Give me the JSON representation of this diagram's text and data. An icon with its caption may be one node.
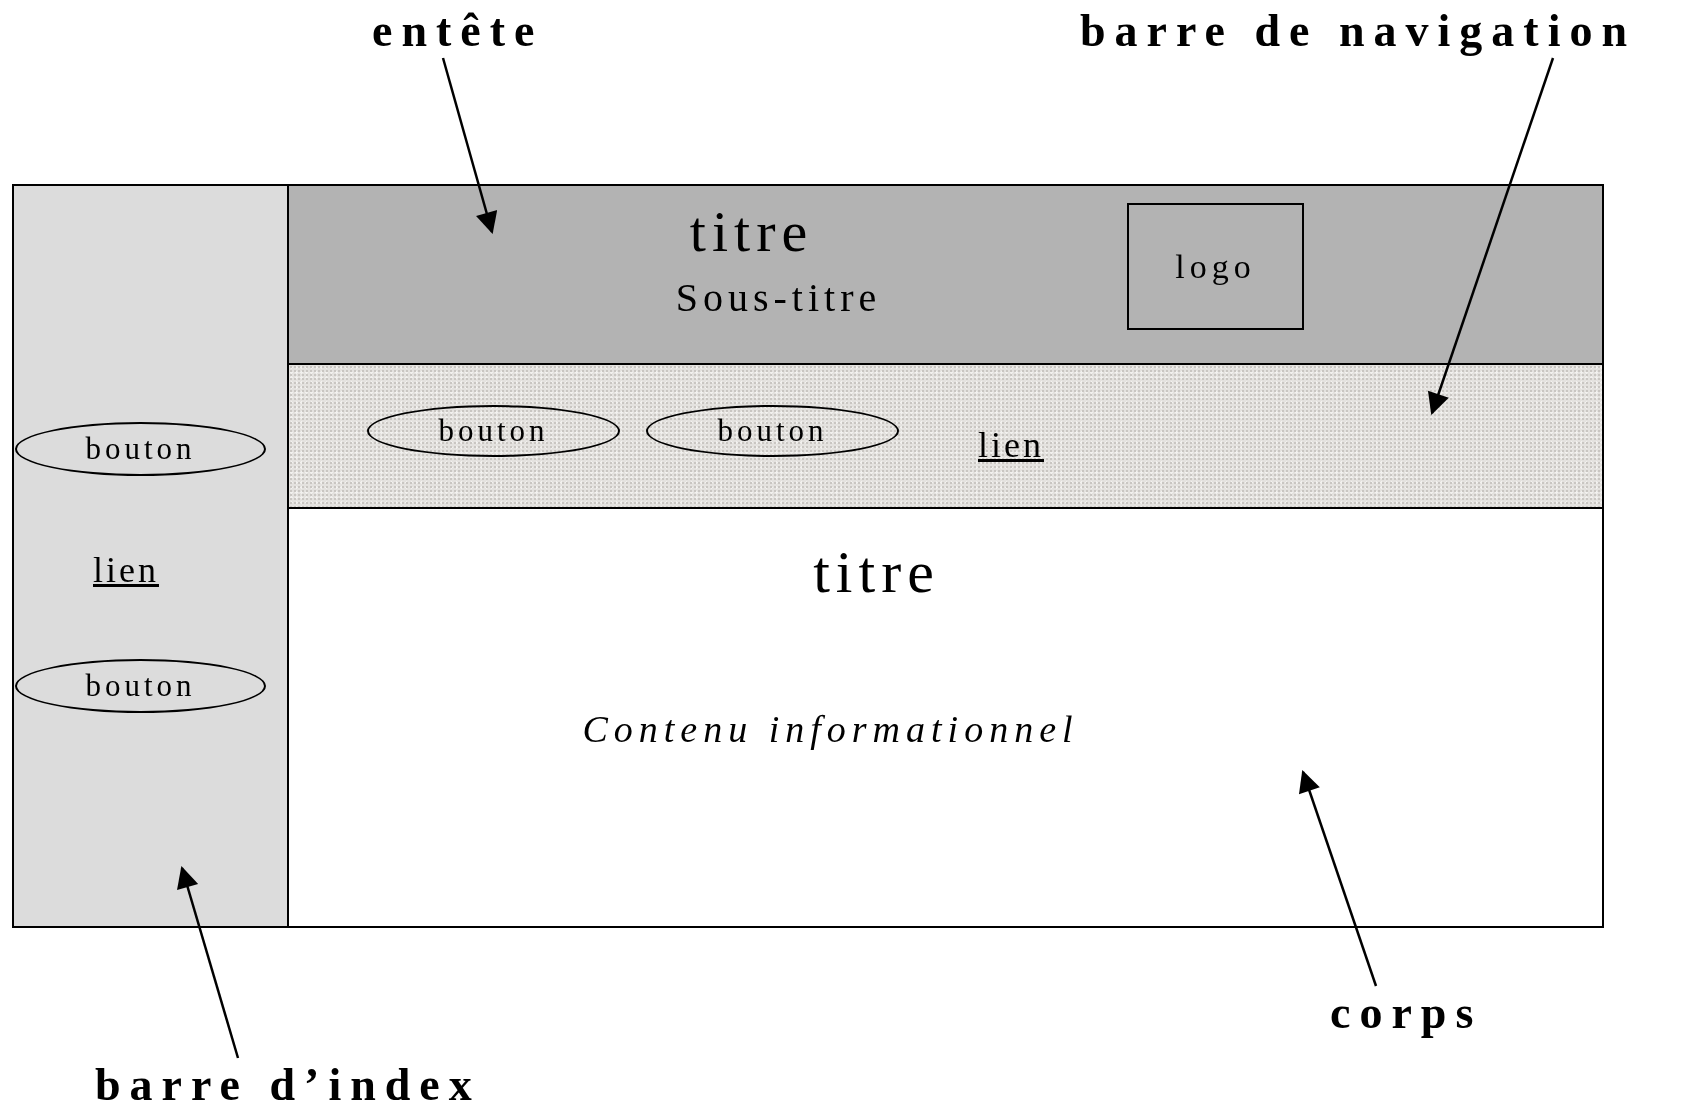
{
  "diagram": {
    "nodes": [
      {
        "text": [
          "entête"
        ]
      },
      {
        "text": [
          "barre de navigation"
        ]
      },
      {
        "text": [],
        "shape": "box"
      },
      {
        "text": [
          "bouton"
        ],
        "in": 2
      },
      {
        "text": [
          "bouton"
        ],
        "in": 2
      },
      {
        "text": [
          "titre",
          "Sous-titre"
        ]
      },
      {
        "text": [
          "logo"
        ],
        "in": 5
      },
      {
        "text": [],
        "shape": "box"
      },
      {
        "text": [
          "bouton"
        ],
        "in": 7
      },
      {
        "text": [
          "bouton"
        ],
        "in": 7
      },
      {
        "text": [
          "titre",
          "Contenu informationnel"
        ]
      },
      {
        "text": [
          "corps"
        ]
      },
      {
        "text": [
          "barre d’index"
        ]
      }
    ],
    "edges": [
      {
        "from": 0,
        "to": 5,
        "arrow": "to"
      },
      {
        "from": 1,
        "to": 7,
        "arrow": "to"
      },
      {
        "from": 11,
        "to": 10,
        "arrow": "to"
      },
      {
        "from": 12,
        "to": 2,
        "arrow": "to"
      }
    ],
    "labels": [
      "lien",
      "lien"
    ]
  }
}
